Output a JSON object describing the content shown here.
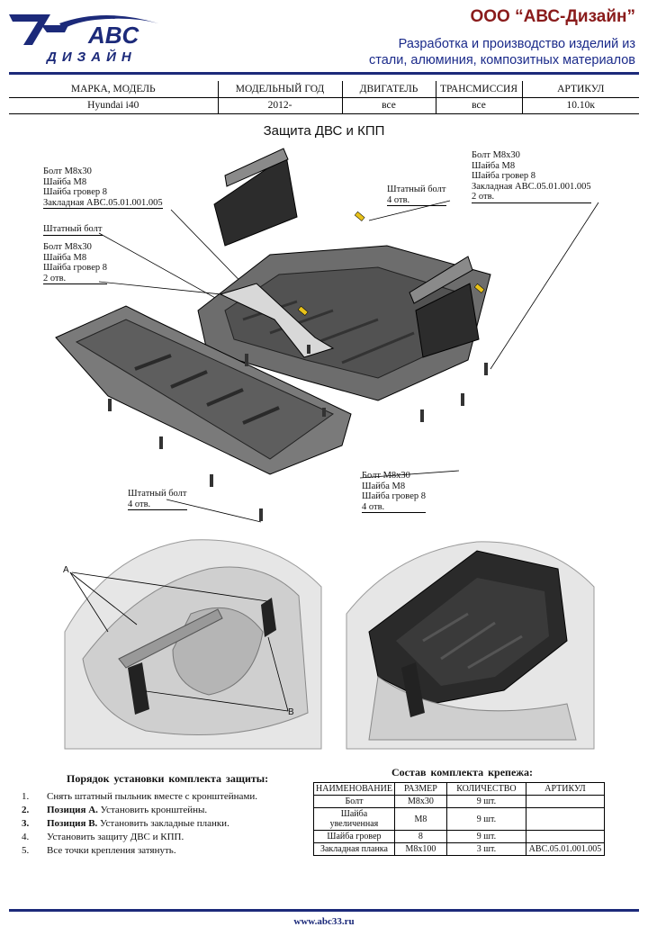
{
  "header": {
    "company": "ООО “АВС-Дизайн”",
    "slogan_line1": "Разработка и производство изделий из",
    "slogan_line2": "стали, алюминия, композитных материалов",
    "logo_text": "ABC",
    "logo_subtext": "ДИЗАЙН",
    "accent_color": "#1c2a7a",
    "company_color": "#8a1b1b"
  },
  "spec_table": {
    "headers": [
      "МАРКА, МОДЕЛЬ",
      "МОДЕЛЬНЫЙ ГОД",
      "ДВИГАТЕЛЬ",
      "ТРАНСМИССИЯ",
      "АРТИКУЛ"
    ],
    "row": [
      "Hyundai i40",
      "2012-",
      "все",
      "все",
      "10.10к"
    ]
  },
  "title": "Защита ДВС и КПП",
  "callouts": {
    "top_left": [
      "Болт М8х30",
      "Шайба М8",
      "Шайба гровер 8",
      "Закладная АВС.05.01.001.005"
    ],
    "standard_bolt_left": "Штатный болт",
    "mid_left": [
      "Болт М8х30",
      "Шайба М8",
      "Шайба гровер 8",
      "2 отв."
    ],
    "standard_bolt_top": [
      "Штатный болт",
      "4 отв."
    ],
    "top_right": [
      "Болт М8х30",
      "Шайба М8",
      "Шайба гровер 8",
      "Закладная АВС.05.01.001.005",
      "2 отв."
    ],
    "bottom_right": [
      "Болт М8х30",
      "Шайба М8",
      "Шайба гровер 8",
      "4 отв."
    ],
    "bottom_left": [
      "Штатный болт",
      "4 отв."
    ]
  },
  "photo_labels": {
    "a": "A",
    "b": "B"
  },
  "order": {
    "title": "Порядок  установки  комплекта  защиты:",
    "items": [
      {
        "num": "1.",
        "bold": "",
        "text": "Снять штатный пыльник вместе с кронштейнами."
      },
      {
        "num": "2.",
        "bold": "Позиция А.",
        "text": " Установить кронштейны."
      },
      {
        "num": "3.",
        "bold": "Позиция В.",
        "text": " Установить закладные планки."
      },
      {
        "num": "4.",
        "bold": "",
        "text": "Установить защиту ДВС и КПП."
      },
      {
        "num": "5.",
        "bold": "",
        "text": "Все точки крепления затянуть."
      }
    ]
  },
  "parts": {
    "title": "Состав  комплекта  крепежа:",
    "headers": [
      "НАИМЕНОВАНИЕ",
      "РАЗМЕР",
      "КОЛИЧЕСТВО",
      "АРТИКУЛ"
    ],
    "rows": [
      [
        "Болт",
        "М8х30",
        "9 шт.",
        ""
      ],
      [
        "Шайба увеличенная",
        "М8",
        "9 шт.",
        ""
      ],
      [
        "Шайба гровер",
        "8",
        "9 шт.",
        ""
      ],
      [
        "Закладная планка",
        "М8х100",
        "3 шт.",
        "АВС.05.01.001.005"
      ]
    ]
  },
  "footer": {
    "website": "www.abc33.ru"
  }
}
